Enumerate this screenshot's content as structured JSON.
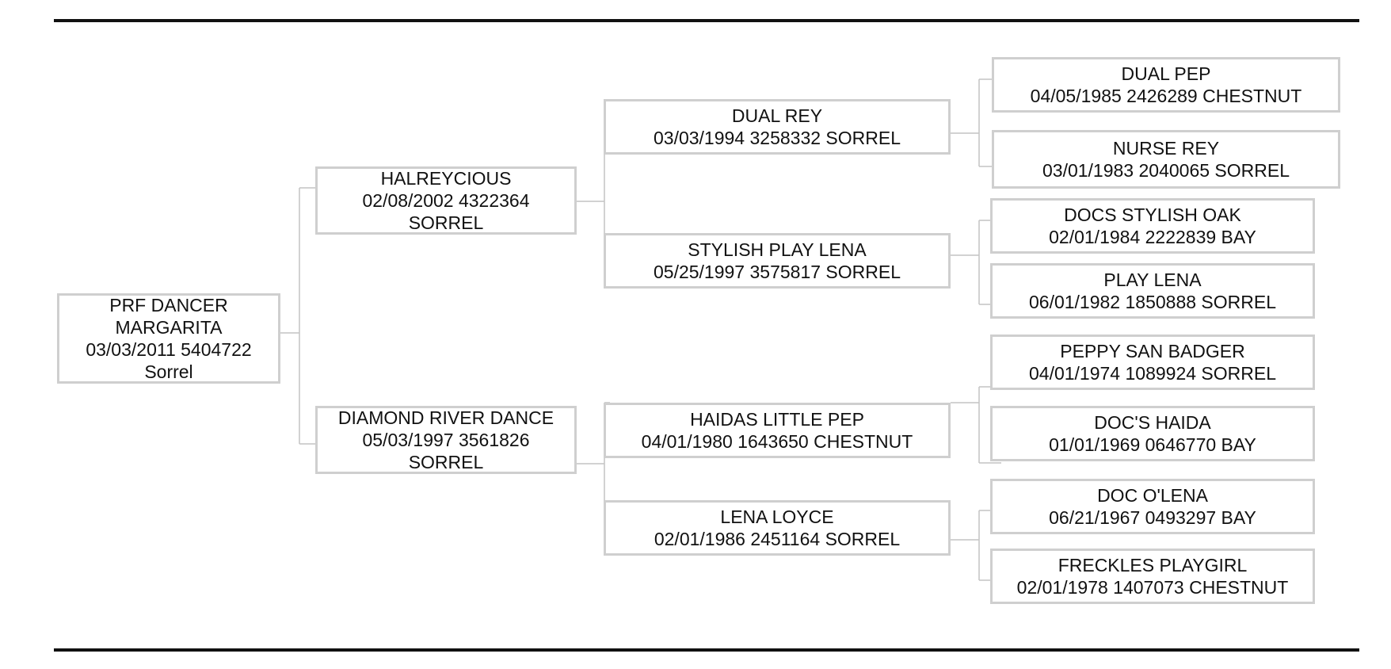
{
  "subject": {
    "name_line1": "PRF DANCER",
    "name_line2": "MARGARITA",
    "reg": "03/03/2011 5404722",
    "color": "Sorrel"
  },
  "sire": {
    "name": "HALREYCIOUS",
    "reg": "02/08/2002 4322364",
    "color": "SORREL"
  },
  "dam": {
    "name": "DIAMOND RIVER DANCE",
    "reg": "05/03/1997 3561826",
    "color": "SORREL"
  },
  "sire_sire": {
    "name": "DUAL REY",
    "info": "03/03/1994 3258332 SORREL"
  },
  "sire_dam": {
    "name": "STYLISH PLAY LENA",
    "info": "05/25/1997 3575817 SORREL"
  },
  "dam_sire": {
    "name": "HAIDAS LITTLE PEP",
    "info": "04/01/1980 1643650 CHESTNUT"
  },
  "dam_dam": {
    "name": "LENA LOYCE",
    "info": "02/01/1986 2451164 SORREL"
  },
  "g1": {
    "name": "DUAL PEP",
    "info": "04/05/1985 2426289 CHESTNUT"
  },
  "g2": {
    "name": "NURSE REY",
    "info": "03/01/1983 2040065 SORREL"
  },
  "g3": {
    "name": "DOCS STYLISH OAK",
    "info": "02/01/1984 2222839 BAY"
  },
  "g4": {
    "name": "PLAY LENA",
    "info": "06/01/1982 1850888 SORREL"
  },
  "g5": {
    "name": "PEPPY SAN BADGER",
    "info": "04/01/1974 1089924 SORREL"
  },
  "g6": {
    "name": "DOC'S HAIDA",
    "info": "01/01/1969 0646770 BAY"
  },
  "g7": {
    "name": "DOC O'LENA",
    "info": "06/21/1967 0493297 BAY"
  },
  "g8": {
    "name": "FRECKLES PLAYGIRL",
    "info": "02/01/1978 1407073 CHESTNUT"
  },
  "colors": {
    "border": "#cfcfcf",
    "rule": "#111111",
    "text": "#111111"
  }
}
